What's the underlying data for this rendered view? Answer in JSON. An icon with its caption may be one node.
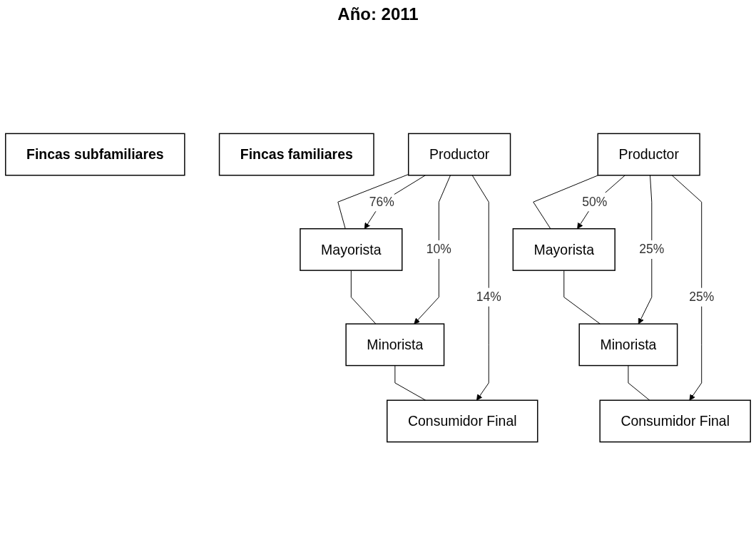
{
  "diagram": {
    "title": "Año: 2011",
    "nodes": [
      {
        "text": [
          "Fincas subfamiliares"
        ]
      },
      {
        "text": [
          "Fincas familiares"
        ]
      },
      {
        "text": [
          "Productor"
        ]
      },
      {
        "text": [
          "Mayorista"
        ]
      },
      {
        "text": [
          "Minorista"
        ]
      },
      {
        "text": [
          "Consumidor Final"
        ]
      },
      {
        "text": [
          "Productor"
        ]
      },
      {
        "text": [
          "Mayorista"
        ]
      },
      {
        "text": [
          "Minorista"
        ]
      },
      {
        "text": [
          "Consumidor Final"
        ]
      }
    ],
    "edges": [
      {
        "from": 2,
        "to": 3,
        "arrow": "none"
      },
      {
        "from": 3,
        "to": 4,
        "arrow": "none"
      },
      {
        "from": 4,
        "to": 5,
        "arrow": "none"
      },
      {
        "from": 2,
        "to": 3,
        "arrow": "to",
        "label": "76%"
      },
      {
        "from": 2,
        "to": 4,
        "arrow": "to",
        "label": "10%"
      },
      {
        "from": 2,
        "to": 5,
        "arrow": "to",
        "label": "14%"
      },
      {
        "from": 6,
        "to": 7,
        "arrow": "none"
      },
      {
        "from": 7,
        "to": 8,
        "arrow": "none"
      },
      {
        "from": 8,
        "to": 9,
        "arrow": "none"
      },
      {
        "from": 6,
        "to": 7,
        "arrow": "to",
        "label": "50%"
      },
      {
        "from": 6,
        "to": 8,
        "arrow": "to",
        "label": "25%"
      },
      {
        "from": 6,
        "to": 9,
        "arrow": "to",
        "label": "25%"
      }
    ]
  }
}
